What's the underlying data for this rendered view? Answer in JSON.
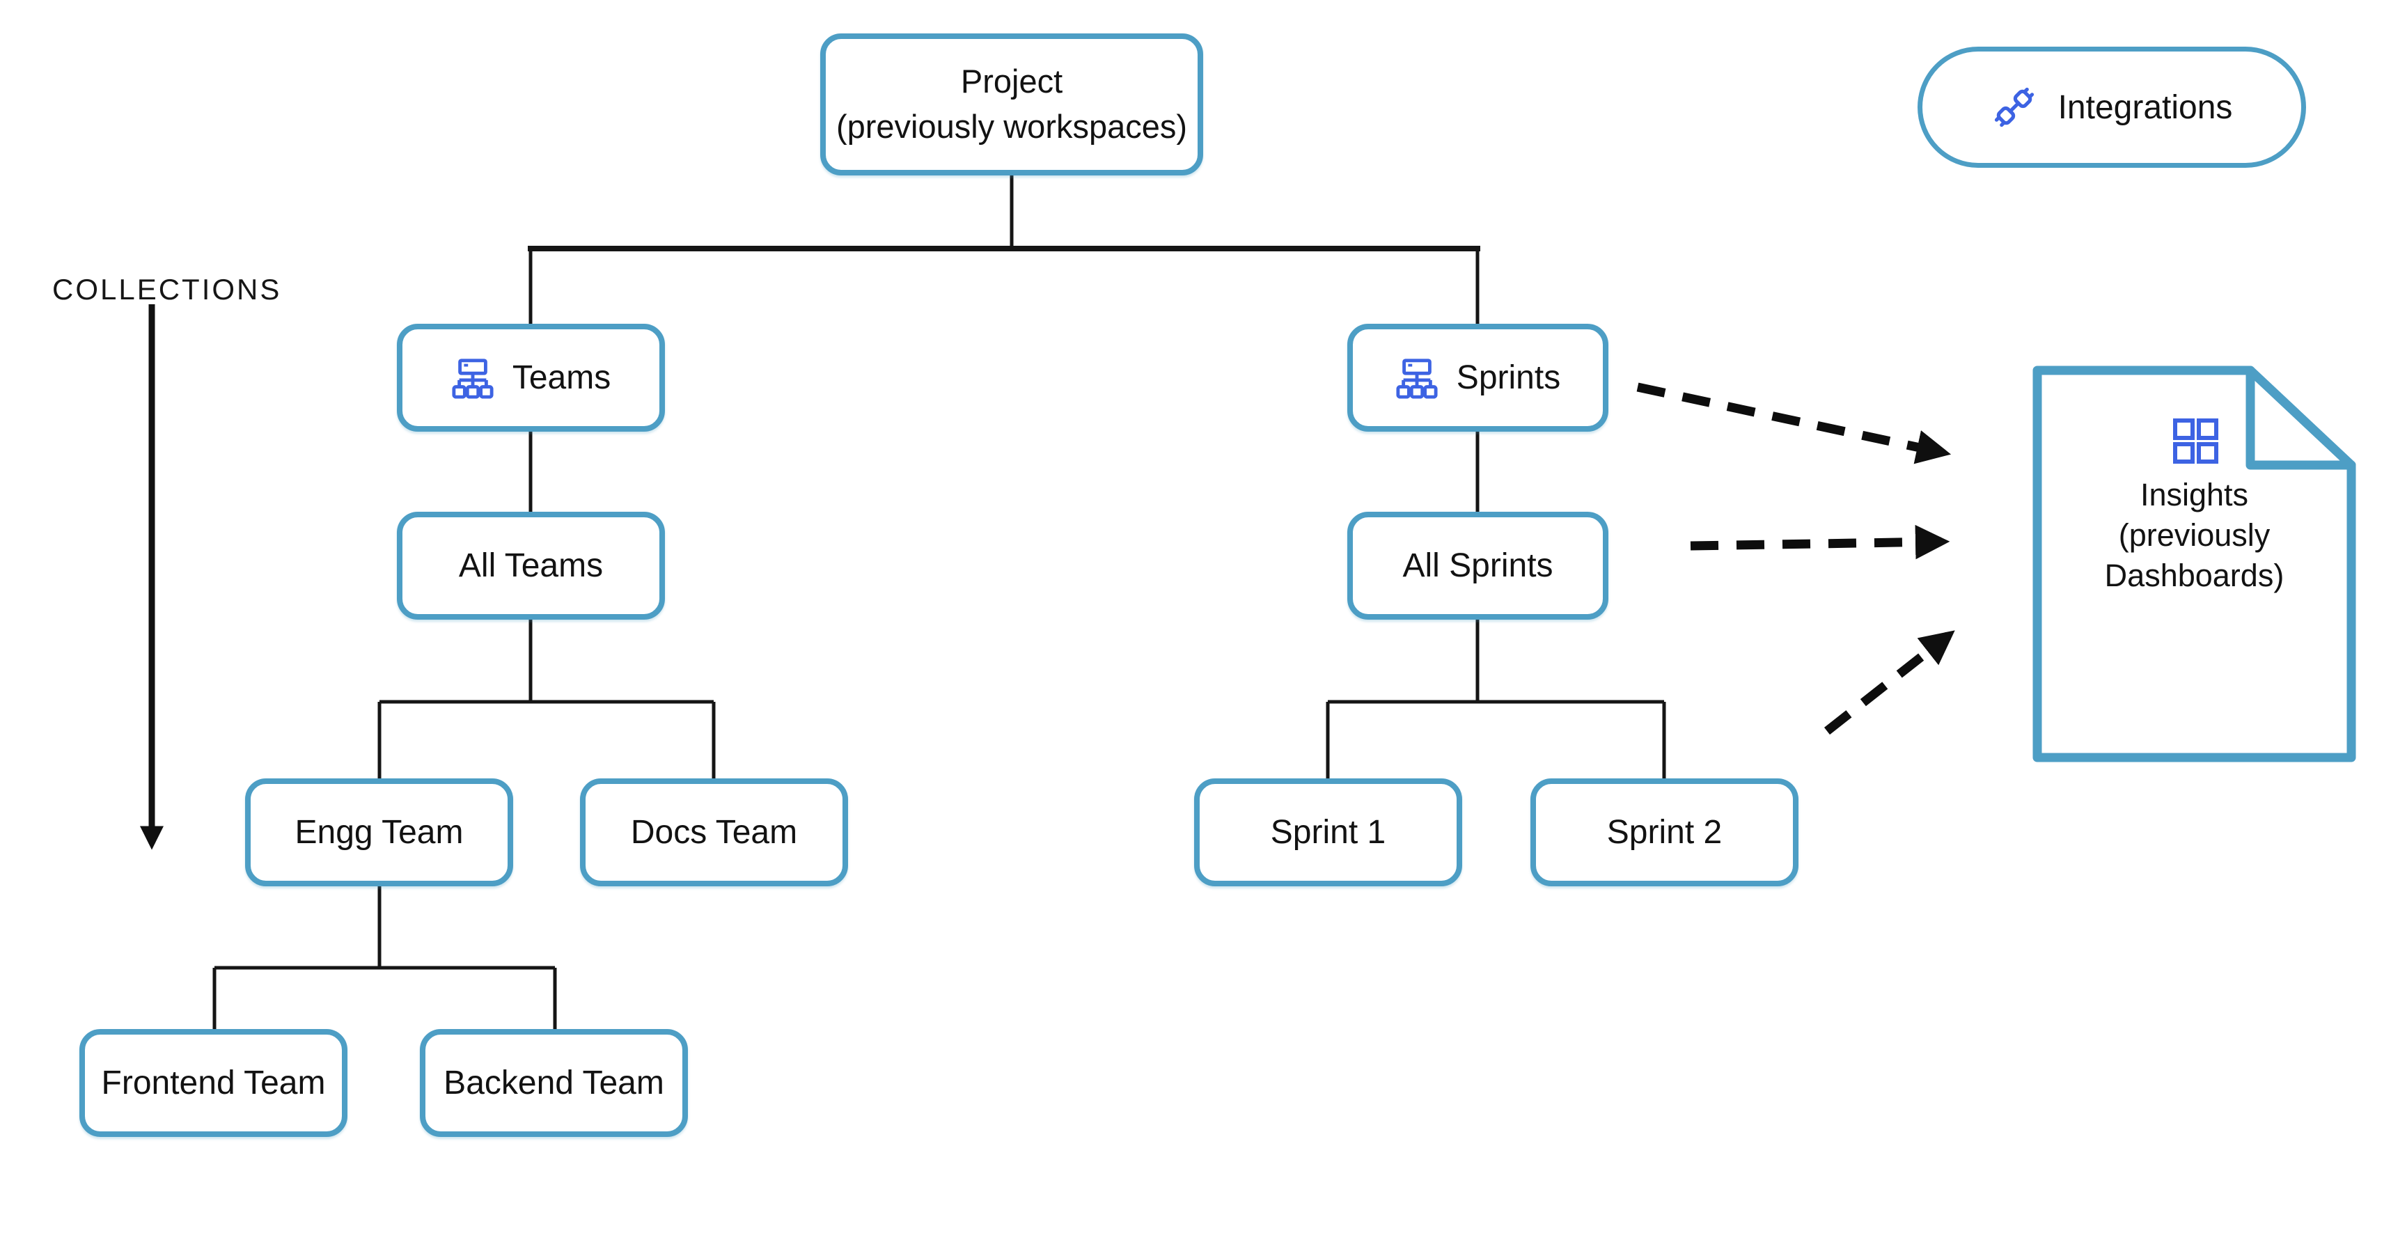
{
  "colors": {
    "box_border_blue": "#4D9EC5",
    "icon_blue": "#3D63E3",
    "connector_black": "#151515",
    "text_black": "#121212",
    "background": "#FFFFFF"
  },
  "collections": {
    "label": "COLLECTIONS"
  },
  "integrations": {
    "label": "Integrations",
    "icon": "plug-integration-icon"
  },
  "tree": {
    "project": {
      "lines": [
        "Project",
        "(previously workspaces)"
      ]
    },
    "teams": {
      "label": "Teams",
      "icon": "org-hierarchy-icon"
    },
    "all_teams": {
      "label": "All Teams"
    },
    "engg_team": {
      "label": "Engg Team"
    },
    "docs_team": {
      "label": "Docs Team"
    },
    "frontend_team": {
      "label": "Frontend Team"
    },
    "backend_team": {
      "label": "Backend Team"
    },
    "sprints": {
      "label": "Sprints",
      "icon": "org-hierarchy-icon"
    },
    "all_sprints": {
      "label": "All Sprints"
    },
    "sprint_1": {
      "label": "Sprint 1"
    },
    "sprint_2": {
      "label": "Sprint 2"
    }
  },
  "insights": {
    "lines": [
      "Insights",
      "(previously",
      "Dashboards)"
    ],
    "icon": "dashboard-grid-icon"
  },
  "relationships": [
    {
      "from": "Project",
      "to": "Teams",
      "style": "solid"
    },
    {
      "from": "Project",
      "to": "Sprints",
      "style": "solid"
    },
    {
      "from": "Teams",
      "to": "All Teams",
      "style": "solid"
    },
    {
      "from": "All Teams",
      "to": "Engg Team",
      "style": "solid"
    },
    {
      "from": "All Teams",
      "to": "Docs Team",
      "style": "solid"
    },
    {
      "from": "Engg Team",
      "to": "Frontend Team",
      "style": "solid"
    },
    {
      "from": "Engg Team",
      "to": "Backend Team",
      "style": "solid"
    },
    {
      "from": "Sprints",
      "to": "All Sprints",
      "style": "solid"
    },
    {
      "from": "All Sprints",
      "to": "Sprint 1",
      "style": "solid"
    },
    {
      "from": "All Sprints",
      "to": "Sprint 2",
      "style": "solid"
    },
    {
      "from": "Sprints",
      "to": "Insights",
      "style": "dashed-arrow"
    },
    {
      "from": "All Sprints",
      "to": "Insights",
      "style": "dashed-arrow"
    },
    {
      "from": "Sprint 2",
      "to": "Insights",
      "style": "dashed-arrow"
    }
  ]
}
